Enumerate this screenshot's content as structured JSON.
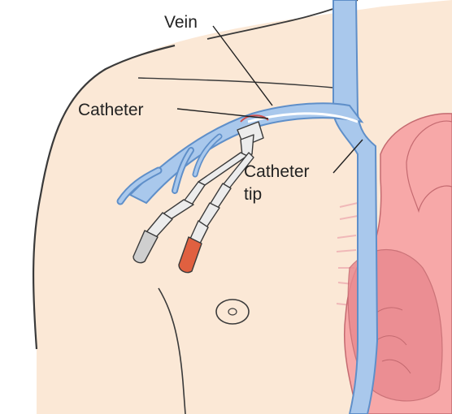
{
  "labels": {
    "vein": "Vein",
    "catheter": "Catheter",
    "catheter_tip_line1": "Catheter",
    "catheter_tip_line2": "tip"
  },
  "colors": {
    "skin": "#fbe8d6",
    "skin_outline": "#3a3a3a",
    "vein_fill": "#a9c8ec",
    "vein_stroke": "#5f8fc9",
    "heart": "#f7a8a8",
    "heart_dark": "#e98a90",
    "catheter_body": "#ececec",
    "cap_red": "#e06040",
    "cap_gray": "#cfcfcf"
  }
}
